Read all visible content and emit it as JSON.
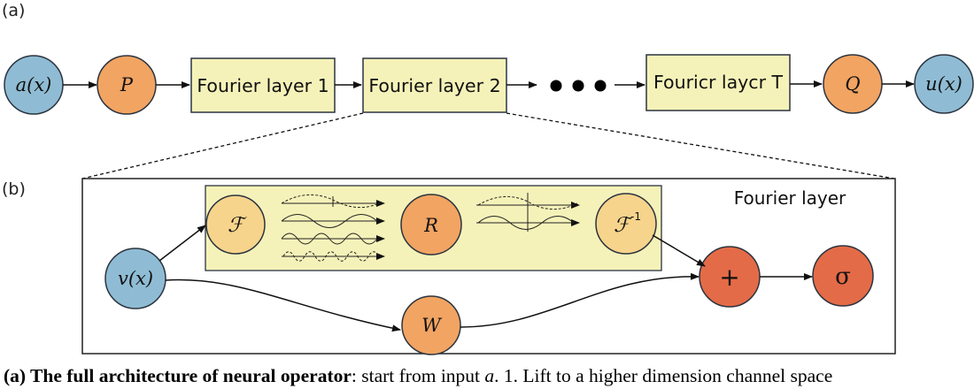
{
  "panel_a_label": "(a)",
  "panel_b_label": "(b)",
  "top_row": {
    "input_node": "a(x)",
    "lift_node": "P",
    "fourier_layer_1": "Fourier layer 1",
    "fourier_layer_2": "Fourier layer 2",
    "fourier_layer_t": "Fouricr laycr T",
    "project_node": "Q",
    "output_node": "u(x)"
  },
  "detail": {
    "title": "Fourier layer",
    "input_node": "v(x)",
    "fourier_transform_node": "ℱ",
    "linear_transform_node": "R",
    "inverse_fourier_node": "ℱ",
    "inverse_superscript": "-1",
    "local_linear_node": "W",
    "sum_node": "+",
    "activation_node": "σ"
  },
  "caption": {
    "bold": "(a) The full architecture of neural operator",
    "text_before_var": ": start from input ",
    "var": "a",
    "text_after_var": ". 1. Lift to a higher dimension channel space"
  },
  "colors": {
    "blue_node": "#8fbcd4",
    "orange_node": "#f2a462",
    "yellow_box": "#f5f2b9",
    "light_orange_node": "#f7d48c",
    "red_node": "#e46b47"
  }
}
